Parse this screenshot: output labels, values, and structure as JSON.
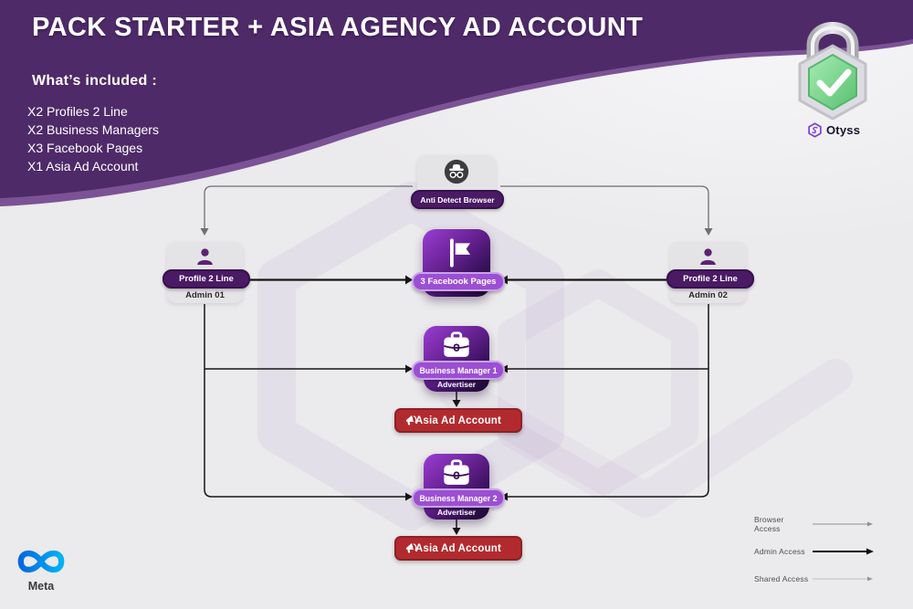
{
  "header": {
    "title": "PACK STARTER + ASIA AGENCY AD ACCOUNT",
    "included_heading": "What’s included :",
    "included_items": [
      "X2 Profiles 2 Line",
      "X2 Business Managers",
      "X3 Facebook Pages",
      "X1 Asia Ad Account"
    ]
  },
  "brand": {
    "logo_text": "Otyss",
    "meta_label": "Meta"
  },
  "nodes": {
    "browser": {
      "label": "Anti Detect Browser"
    },
    "profile_left": {
      "label": "Profile 2 Line",
      "sublabel": "Admin 01"
    },
    "profile_right": {
      "label": "Profile 2 Line",
      "sublabel": "Admin 02"
    },
    "facebook_pages": {
      "label": "3 Facebook Pages"
    },
    "bm1": {
      "label": "Business Manager 1",
      "sublabel": "Advertiser"
    },
    "bm2": {
      "label": "Business Manager 2",
      "sublabel": "Advertiser"
    },
    "ad1": {
      "label": "Asia Ad Account"
    },
    "ad2": {
      "label": "Asia Ad Account"
    }
  },
  "legend": [
    {
      "label": "Browser Access",
      "style": "thin-gray"
    },
    {
      "label": "Admin Access",
      "style": "thick-black"
    },
    {
      "label": "Shared Access",
      "style": "thin-lightgray"
    }
  ],
  "colors": {
    "background": "#ebeaec",
    "banner": "#4e2a68",
    "banner_edge": "#7b5295",
    "pill_dark": "#4a1a64",
    "pill_light": "#9b4fd2",
    "square_gradient_start": "#9a3dd4",
    "square_gradient_end": "#1c0a2e",
    "red_account": "#b12b2e",
    "line_browser": "#6f6f6f",
    "line_admin": "#161616",
    "line_shared": "#c8c8c8",
    "meta_blue": "#0668E1",
    "otyss_purple": "#7b3fd4",
    "lock_green": "#6fcf86"
  }
}
